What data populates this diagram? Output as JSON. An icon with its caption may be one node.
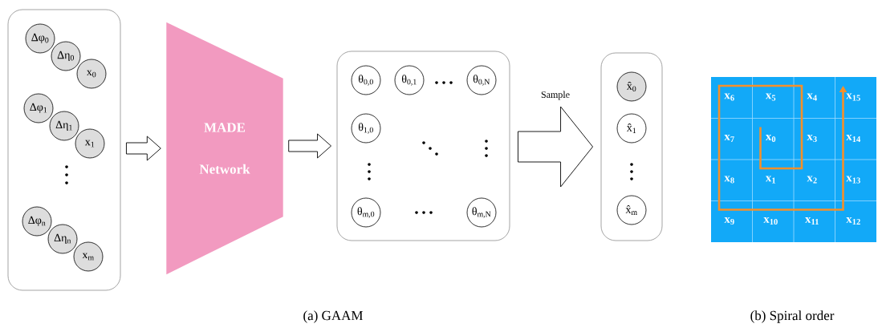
{
  "diagram": {
    "nodes": [
      {
        "text": [],
        "shape": "box"
      },
      {
        "text": [
          "Δφ$_{0}$"
        ],
        "in": 0
      },
      {
        "text": [
          "Δη$_{0}$"
        ],
        "in": 0
      },
      {
        "text": [
          "x$_{0}$"
        ],
        "in": 0
      },
      {
        "text": [
          "Δφ$_{1}$"
        ],
        "in": 0
      },
      {
        "text": [
          "Δη$_{1}$"
        ],
        "in": 0
      },
      {
        "text": [
          "x$_{1}$"
        ],
        "in": 0
      },
      {
        "text": [
          "Δφ$_{n}$"
        ],
        "in": 0
      },
      {
        "text": [
          "Δη$_{n}$"
        ],
        "in": 0
      },
      {
        "text": [
          "x$_{m}$"
        ],
        "in": 0
      },
      {
        "text": [
          "MADE Network"
        ]
      },
      {
        "text": [],
        "shape": "box"
      },
      {
        "text": [
          "θ$_{0,0}$"
        ],
        "in": 11
      },
      {
        "text": [
          "θ$_{0,1}$"
        ],
        "in": 11
      },
      {
        "text": [
          "θ$_{0,N}$"
        ],
        "in": 11
      },
      {
        "text": [
          "θ$_{1,0}$"
        ],
        "in": 11
      },
      {
        "text": [
          "θ$_{m,0}$"
        ],
        "in": 11
      },
      {
        "text": [
          "θ$_{m,N}$"
        ],
        "in": 11
      },
      {
        "text": [],
        "shape": "box"
      },
      {
        "text": [
          "x̂$_{0}$"
        ],
        "in": 18
      },
      {
        "text": [
          "x̂$_{1}$"
        ],
        "in": 18
      },
      {
        "text": [
          "x̂$_{m}$"
        ],
        "in": 18
      }
    ],
    "edges": [
      {
        "from": 0,
        "to": 10,
        "arrow": "to"
      },
      {
        "from": 10,
        "to": 11,
        "arrow": "to"
      },
      {
        "from": 11,
        "to": 18,
        "arrow": "to",
        "label": "Sample"
      }
    ],
    "labels": [
      "x$_{6}$",
      "x$_{5}$",
      "x$_{4}$",
      "x$_{15}$",
      "x$_{7}$",
      "x$_{0}$",
      "x$_{3}$",
      "x$_{14}$",
      "x$_{8}$",
      "x$_{1}$",
      "x$_{2}$",
      "x$_{13}$",
      "x$_{9}$",
      "x$_{10}$",
      "x$_{11}$",
      "x$_{12}$",
      "(a) GAAM",
      "(b) Spiral order"
    ]
  }
}
